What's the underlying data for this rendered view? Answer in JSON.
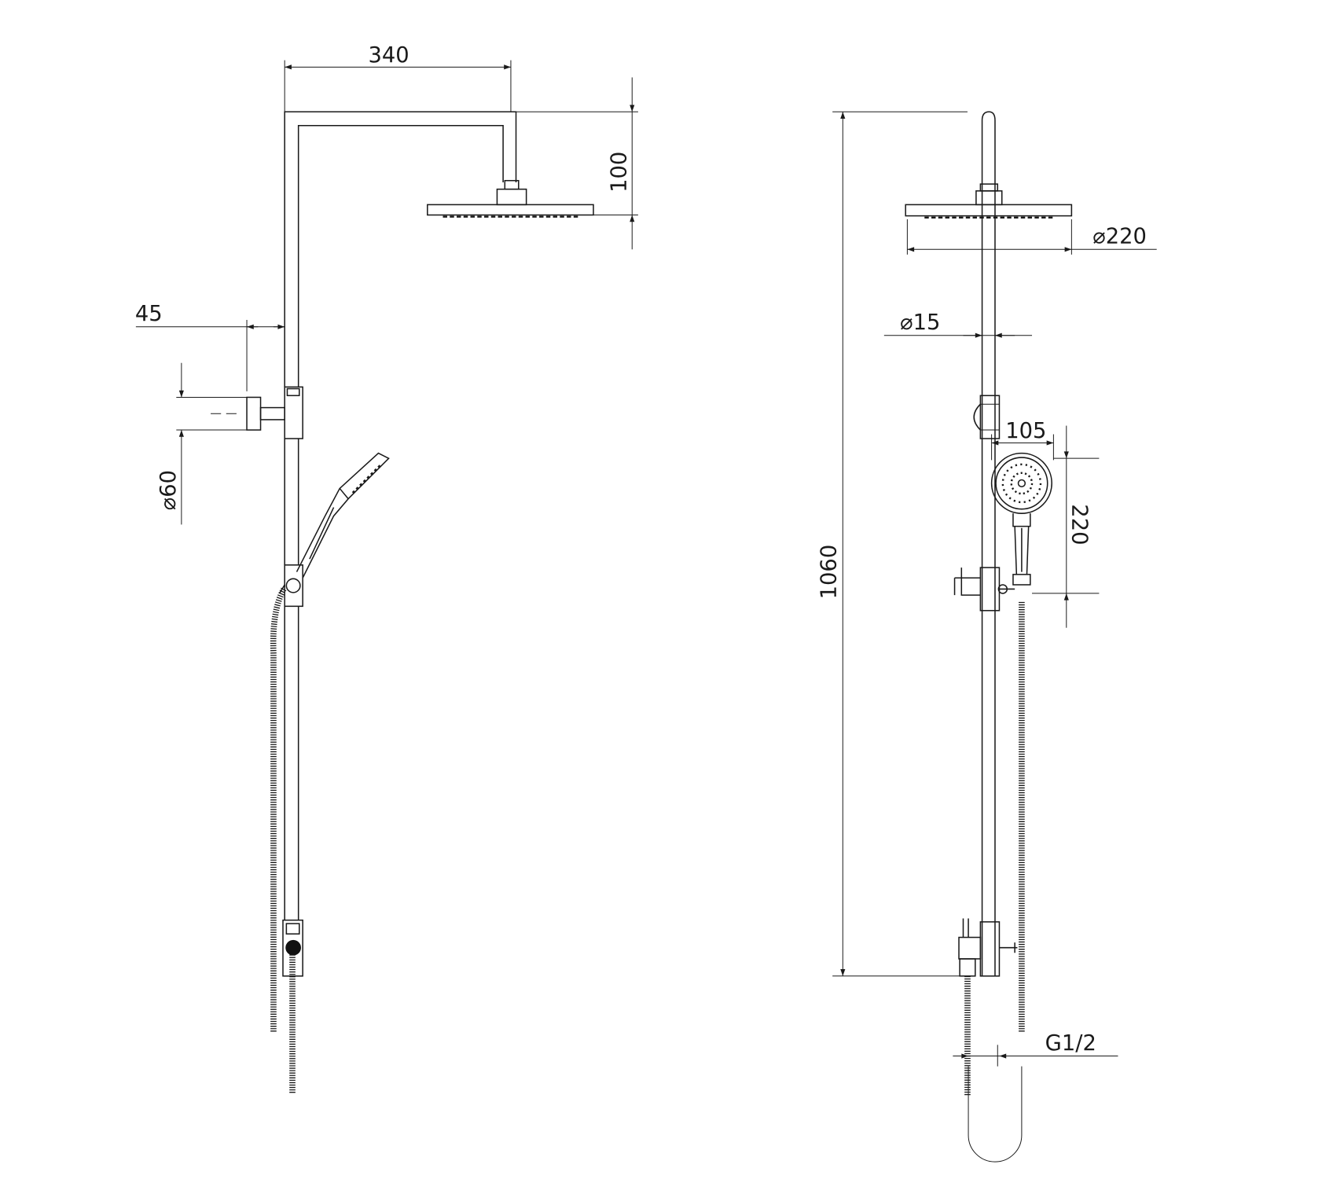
{
  "title": "Shower column technical drawing",
  "side_view": {
    "dimensions": {
      "arm_length": "340",
      "head_drop": "100",
      "wall_offset": "45",
      "bracket_diameter": "⌀60"
    }
  },
  "front_view": {
    "dimensions": {
      "total_height": "1060",
      "head_diameter": "⌀220",
      "pipe_diameter": "⌀15",
      "hand_shower_width": "105",
      "hand_shower_length": "220",
      "inlet_thread": "G1/2"
    }
  }
}
